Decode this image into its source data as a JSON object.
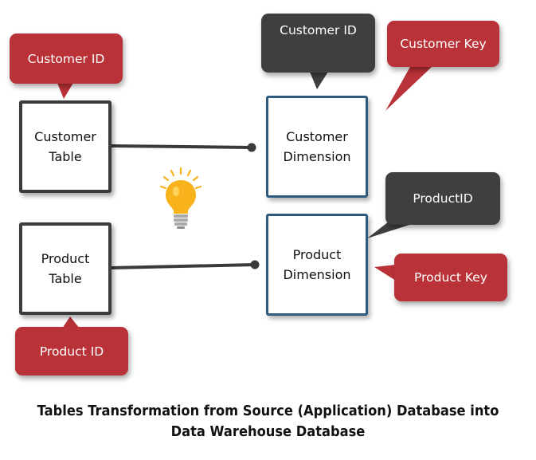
{
  "colors": {
    "callout_red": "#b93237",
    "callout_dark": "#3f3f3f",
    "source_border": "#3c3c3c",
    "warehouse_border": "#2e5a80",
    "connector": "#3a3a3a",
    "bulb": "#f7b21c"
  },
  "source_tables": {
    "customer": "Customer\nTable",
    "product": "Product\nTable"
  },
  "dimensions": {
    "customer": "Customer\nDimension",
    "product": "Product\nDimension"
  },
  "callouts": {
    "customer_id_source": "Customer ID",
    "customer_id_dim": "Customer ID",
    "customer_key": "Customer Key",
    "product_id_source": "Product ID",
    "product_id_dim": "ProductID",
    "product_key": "Product Key"
  },
  "icons": {
    "idea": "lightbulb-icon"
  },
  "caption": {
    "line1": "Tables Transformation from Source (Application) Database into",
    "line2": "Data Warehouse Database"
  }
}
